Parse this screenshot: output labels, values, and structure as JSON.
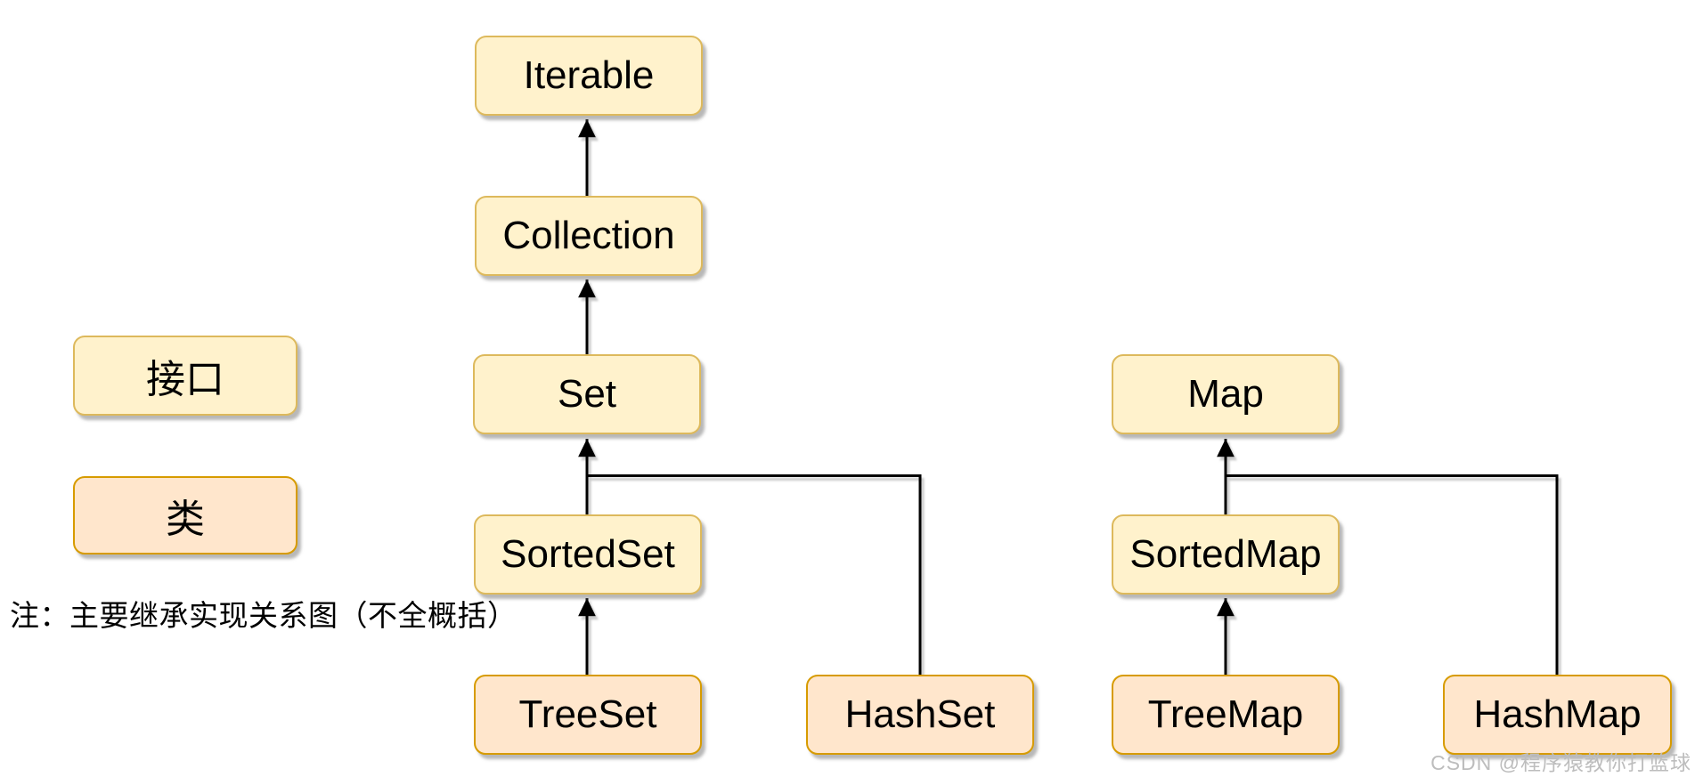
{
  "diagram": {
    "title_note": "注：主要继承实现关系图（不全概括）",
    "nodes": {
      "iterable": {
        "label": "Iterable",
        "type": "interface"
      },
      "collection": {
        "label": "Collection",
        "type": "interface"
      },
      "set": {
        "label": "Set",
        "type": "interface"
      },
      "sortedset": {
        "label": "SortedSet",
        "type": "interface"
      },
      "treeset": {
        "label": "TreeSet",
        "type": "class"
      },
      "hashset": {
        "label": "HashSet",
        "type": "class"
      },
      "map": {
        "label": "Map",
        "type": "interface"
      },
      "sortedmap": {
        "label": "SortedMap",
        "type": "interface"
      },
      "treemap": {
        "label": "TreeMap",
        "type": "class"
      },
      "hashmap": {
        "label": "HashMap",
        "type": "class"
      }
    },
    "edges": [
      {
        "from": "Collection",
        "to": "Iterable"
      },
      {
        "from": "Set",
        "to": "Collection"
      },
      {
        "from": "SortedSet",
        "to": "Set"
      },
      {
        "from": "HashSet",
        "to": "Set"
      },
      {
        "from": "TreeSet",
        "to": "SortedSet"
      },
      {
        "from": "SortedMap",
        "to": "Map"
      },
      {
        "from": "HashMap",
        "to": "Map"
      },
      {
        "from": "TreeMap",
        "to": "SortedMap"
      }
    ]
  },
  "legend": {
    "interface_label": "接口",
    "class_label": "类"
  },
  "note": "注：主要继承实现关系图（不全概括）",
  "watermark": "CSDN @程序猿教你打篮球",
  "colors": {
    "interface_fill": "#FFF2CC",
    "interface_border": "#DDB95C",
    "class_fill": "#FFE6CC",
    "class_border": "#D79B00",
    "line": "#000000",
    "watermark": "#BDBDBD"
  }
}
